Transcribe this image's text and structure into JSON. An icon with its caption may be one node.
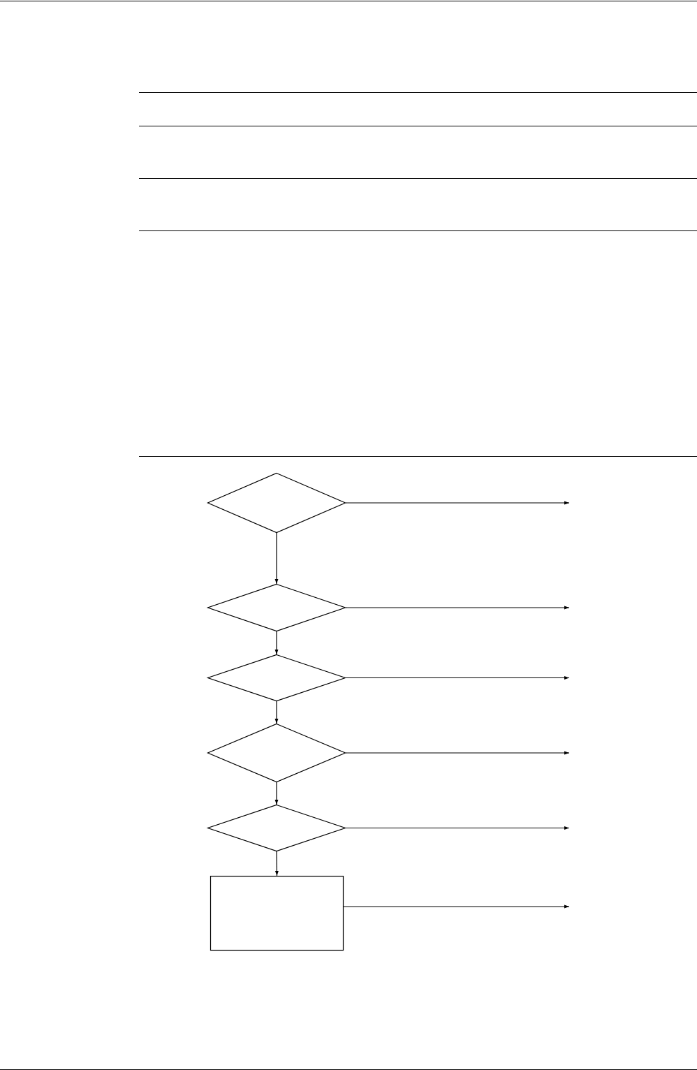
{
  "diagram": {
    "nodes": [
      {
        "text": [],
        "shape": "diamond"
      },
      {
        "text": [],
        "shape": "diamond"
      },
      {
        "text": [],
        "shape": "diamond"
      },
      {
        "text": [],
        "shape": "diamond"
      },
      {
        "text": [],
        "shape": "diamond"
      },
      {
        "text": [],
        "shape": "box"
      }
    ],
    "edges": [
      {
        "from": 0,
        "to": null,
        "arrow": "to"
      },
      {
        "from": 0,
        "to": 1,
        "arrow": "to"
      },
      {
        "from": 1,
        "to": null,
        "arrow": "to"
      },
      {
        "from": 1,
        "to": 2,
        "arrow": "to"
      },
      {
        "from": 2,
        "to": null,
        "arrow": "to"
      },
      {
        "from": 2,
        "to": 3,
        "arrow": "to"
      },
      {
        "from": 3,
        "to": null,
        "arrow": "to"
      },
      {
        "from": 3,
        "to": 4,
        "arrow": "to"
      },
      {
        "from": 4,
        "to": null,
        "arrow": "to"
      },
      {
        "from": 4,
        "to": 5,
        "arrow": "to"
      },
      {
        "from": 5,
        "to": null,
        "arrow": "to"
      }
    ]
  }
}
